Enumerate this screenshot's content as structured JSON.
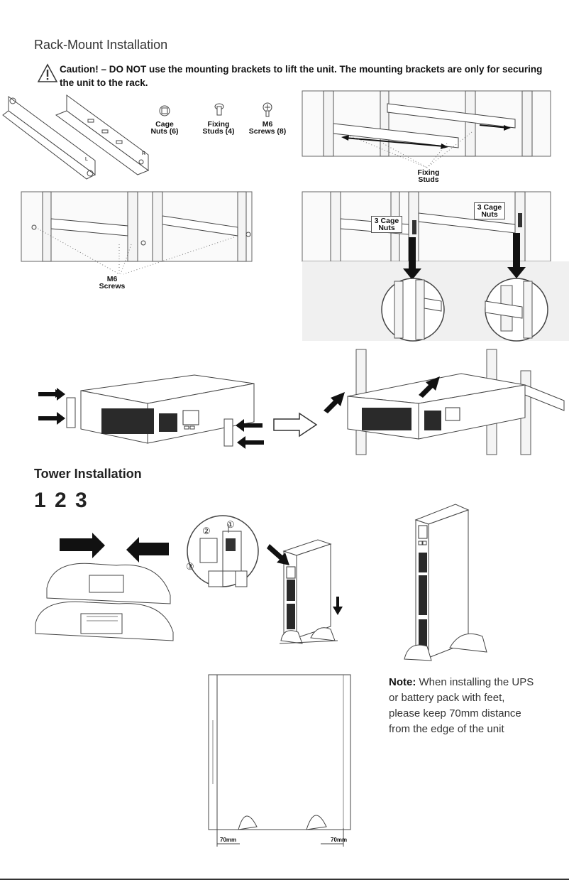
{
  "rack_section": {
    "title": "Rack-Mount Installation",
    "caution": "Caution! – DO NOT use the mounting brackets to lift the unit. The mounting brackets are only for securing the unit to the rack.",
    "parts": [
      {
        "line1": "Cage",
        "line2": "Nuts (6)"
      },
      {
        "line1": "Fixing",
        "line2": "Studs (4)"
      },
      {
        "line1": "M6",
        "line2": "Screws (8)"
      }
    ],
    "fixing_studs": {
      "line1": "Fixing",
      "line2": "Studs"
    },
    "m6_screws": {
      "line1": "M6",
      "line2": "Screws"
    },
    "cage_nuts_left": {
      "line1": "3 Cage",
      "line2": "Nuts"
    },
    "cage_nuts_right": {
      "line1": "3 Cage",
      "line2": "Nuts"
    },
    "bracket_letters": [
      "L",
      "R"
    ]
  },
  "tower_section": {
    "title": "Tower Installation",
    "steps": "1 2 3",
    "callouts": [
      "①",
      "②",
      "③"
    ],
    "note_label": "Note:",
    "note_text": "When installing the UPS or battery pack with feet, please keep 70mm distance from the edge of the unit",
    "dimension_left": "70mm",
    "dimension_right": "70mm"
  }
}
